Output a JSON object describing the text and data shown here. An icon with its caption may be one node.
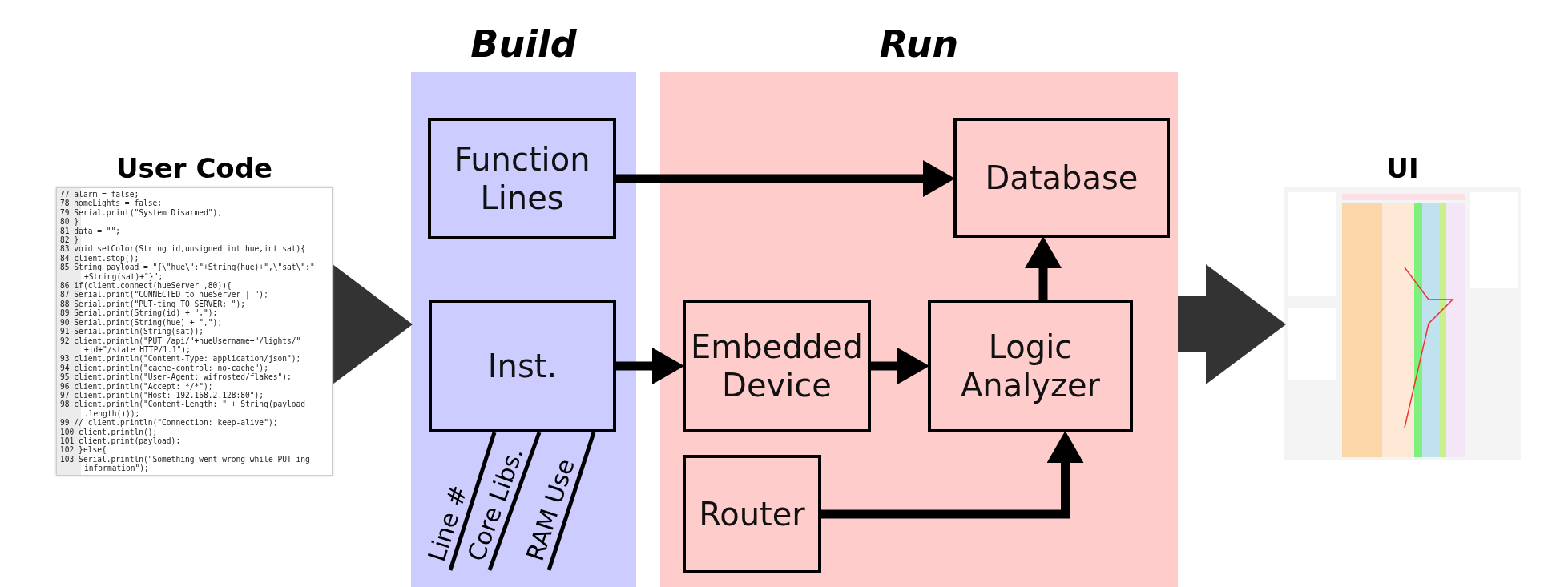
{
  "diagram": {
    "nodes": [
      {
        "text": [
          "User Code",
          "77 alarm = false;",
          "78 homeLights = false;",
          "79 Serial.print(\"System Disarmed\");",
          "80 }",
          "81 data = \"\";",
          "82 }",
          "83 void setColor(String id,unsigned int hue,int sat){",
          "84 client.stop();",
          "85 String payload = \"{\\\"hue\\\":\"+String(hue)+\",\\\"sat\\\":\" +String(sat)+\"}\";",
          "86 if(client.connect(hueServer ,80)){",
          "87 Serial.print(\"CONNECTED to hueServer | \");",
          "88 Serial.print(\"PUT-ting TO SERVER: \");",
          "89 Serial.print(String(id) + \",\");",
          "90 Serial.print(String(hue) + \",\");",
          "91 Serial.println(String(sat));",
          "92 client.println(\"PUT /api/\"+hueUsername+\"/lights/\" +id+\"/state HTTP/1.1\");",
          "93 client.println(\"Content-Type: application/json\");",
          "94 client.println(\"cache-control: no-cache\");",
          "95 client.println(\"User-Agent: wifrosted/flakes\");",
          "96 client.println(\"Accept: */*\");",
          "97 client.println(\"Host: 192.168.2.128:80\");",
          "98 client.println(\"Content-Length: \" + String(payload .length()));",
          "99 // client.println(\"Connection: keep-alive\");",
          "100 client.println();",
          "101 client.print(payload);",
          "102 }else{",
          "103 Serial.println(\"Something went wrong while PUT-ing information\");"
        ]
      },
      {
        "text": [
          "Build"
        ]
      },
      {
        "text": [
          "Function Lines"
        ],
        "in": 1
      },
      {
        "text": [
          "Inst."
        ],
        "in": 1
      },
      {
        "text": [
          "Run"
        ]
      },
      {
        "text": [
          "Database"
        ],
        "in": 4
      },
      {
        "text": [
          "Embedded Device"
        ],
        "in": 4
      },
      {
        "text": [
          "Logic Analyzer"
        ],
        "in": 4
      },
      {
        "text": [
          "Router"
        ],
        "in": 4
      },
      {
        "text": [
          "UI"
        ]
      },
      {
        "text": [
          "Line #"
        ],
        "in": 1
      },
      {
        "text": [
          "Core Libs."
        ],
        "in": 1
      },
      {
        "text": [
          "RAM Use"
        ],
        "in": 1
      }
    ],
    "edges": [
      {
        "from": 0,
        "to": 1,
        "arrow": "to",
        "style": "thick",
        "color": "#333333"
      },
      {
        "from": 2,
        "to": 5,
        "arrow": "to"
      },
      {
        "from": 3,
        "to": 6,
        "arrow": "to"
      },
      {
        "from": 6,
        "to": 7,
        "arrow": "to"
      },
      {
        "from": 7,
        "to": 5,
        "arrow": "to"
      },
      {
        "from": 8,
        "to": 7,
        "arrow": "to"
      },
      {
        "from": 4,
        "to": 9,
        "arrow": "to",
        "style": "thick",
        "color": "#333333"
      },
      {
        "from": 3,
        "to": 10,
        "arrow": "none"
      },
      {
        "from": 3,
        "to": 11,
        "arrow": "none"
      },
      {
        "from": 3,
        "to": 12,
        "arrow": "none"
      }
    ]
  }
}
